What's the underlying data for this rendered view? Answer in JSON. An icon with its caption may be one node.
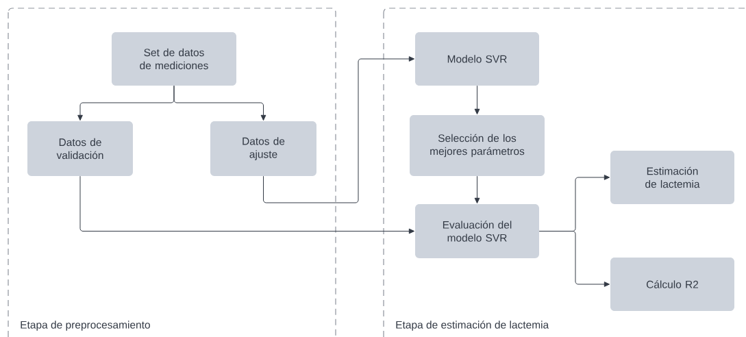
{
  "diagram": {
    "nodes": [
      {
        "text": [
          "Etapa de preprocesamiento"
        ]
      },
      {
        "text": [
          "Set de datos de mediciones"
        ],
        "in": 0
      },
      {
        "text": [
          "Datos de validación"
        ],
        "in": 0
      },
      {
        "text": [
          "Datos de ajuste"
        ],
        "in": 0
      },
      {
        "text": [
          "Etapa de estimación de lactemia"
        ]
      },
      {
        "text": [
          "Modelo SVR"
        ],
        "in": 4
      },
      {
        "text": [
          "Selección de los mejores parámetros"
        ],
        "in": 4
      },
      {
        "text": [
          "Evaluación del modelo SVR"
        ],
        "in": 4
      },
      {
        "text": [
          "Estimación de lactemia"
        ],
        "in": 4
      },
      {
        "text": [
          "Cálculo R2"
        ],
        "in": 4
      }
    ],
    "edges": [
      {
        "from": 1,
        "to": 2,
        "arrow": "to"
      },
      {
        "from": 1,
        "to": 3,
        "arrow": "to"
      },
      {
        "from": 3,
        "to": 5,
        "arrow": "to"
      },
      {
        "from": 2,
        "to": 7,
        "arrow": "to"
      },
      {
        "from": 5,
        "to": 6,
        "arrow": "to"
      },
      {
        "from": 6,
        "to": 7,
        "arrow": "to"
      },
      {
        "from": 7,
        "to": 8,
        "arrow": "to"
      },
      {
        "from": 7,
        "to": 9,
        "arrow": "to"
      }
    ]
  }
}
